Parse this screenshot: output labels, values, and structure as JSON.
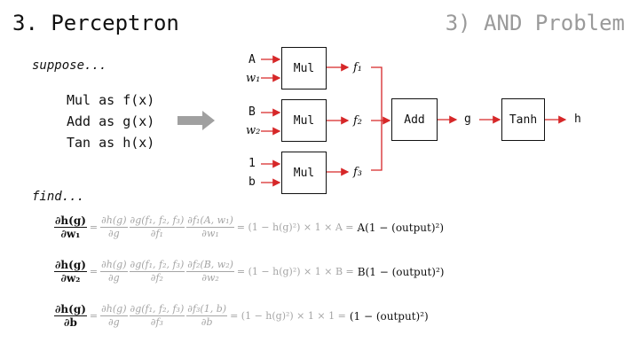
{
  "header": {
    "title": "3. Perceptron",
    "section": "3) AND Problem"
  },
  "intro": {
    "suppose_label": "suppose...",
    "definitions": [
      "Mul as f(x)",
      "Add as g(x)",
      "Tan as h(x)"
    ],
    "find_label": "find..."
  },
  "diagram": {
    "mul_nodes": [
      {
        "label": "Mul",
        "inputs": [
          "A",
          "w₁"
        ],
        "output": "f₁"
      },
      {
        "label": "Mul",
        "inputs": [
          "B",
          "w₂"
        ],
        "output": "f₂"
      },
      {
        "label": "Mul",
        "inputs": [
          "1",
          "b"
        ],
        "output": "f₃"
      }
    ],
    "add_node": {
      "label": "Add",
      "output": "g"
    },
    "tanh_node": {
      "label": "Tanh",
      "output": "h"
    },
    "edge_color": "#d62728"
  },
  "equations": [
    {
      "lhs_num": "∂h(g)",
      "lhs_den": "∂w₁",
      "t1_num": "∂h(g)",
      "t1_den": "∂g",
      "t2_num": "∂g(f₁, f₂, f₃)",
      "t2_den": "∂f₁",
      "t3_num": "∂f₁(A, w₁)",
      "t3_den": "∂w₁",
      "expansion": "= (1 − h(g)²) × 1 × A =",
      "result": "A(1 − (output)²)"
    },
    {
      "lhs_num": "∂h(g)",
      "lhs_den": "∂w₂",
      "t1_num": "∂h(g)",
      "t1_den": "∂g",
      "t2_num": "∂g(f₁, f₂, f₃)",
      "t2_den": "∂f₂",
      "t3_num": "∂f₂(B, w₂)",
      "t3_den": "∂w₂",
      "expansion": "= (1 − h(g)²) × 1 × B =",
      "result": "B(1 − (output)²)"
    },
    {
      "lhs_num": "∂h(g)",
      "lhs_den": "∂b",
      "t1_num": "∂h(g)",
      "t1_den": "∂g",
      "t2_num": "∂g(f₁, f₂, f₃)",
      "t2_den": "∂f₃",
      "t3_num": "∂f₃(1, b)",
      "t3_den": "∂b",
      "expansion": "= (1 − h(g)²) × 1 × 1 =",
      "result": "(1 − (output)²)"
    }
  ]
}
